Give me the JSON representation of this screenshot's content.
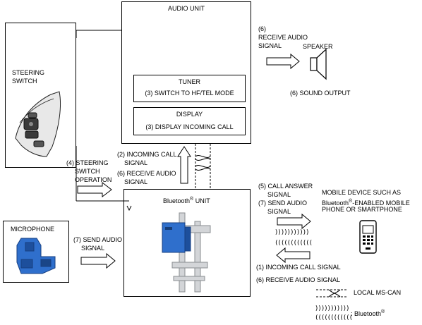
{
  "audio_unit": {
    "title": "AUDIO UNIT",
    "tuner": {
      "title": "TUNER",
      "detail": "(3) SWITCH TO HF/TEL MODE"
    },
    "display": {
      "title": "DISPLAY",
      "detail": "(3) DISPLAY INCOMING CALL"
    }
  },
  "steering_switch": {
    "line1": "STEERING",
    "line2": "SWITCH"
  },
  "speaker": {
    "label": "SPEAKER",
    "sound_output": "(6) SOUND OUTPUT"
  },
  "receive_audio_signal_top": {
    "line1": "(6)",
    "line2": "RECEIVE AUDIO",
    "line3": "SIGNAL"
  },
  "bluetooth_unit": {
    "title_prefix": "Bluetooth",
    "reg": "®",
    "title_suffix": " UNIT"
  },
  "steering_operation": {
    "line1": "(4) STEERING",
    "line2": "SWITCH",
    "line3": "OPERATION"
  },
  "incoming_to_audio": {
    "line1": "(2) INCOMING CALL",
    "line2": "SIGNAL",
    "line3": "(6) RECEIVE AUDIO",
    "line4": "SIGNAL"
  },
  "microphone": {
    "label": "MICROPHONE",
    "send_line1": "(7) SEND AUDIO",
    "send_line2": "SIGNAL"
  },
  "to_mobile": {
    "line1": "(5) CALL ANSWER",
    "line2": "SIGNAL",
    "line3": "(7) SEND AUDIO",
    "line4": "SIGNAL"
  },
  "mobile_device": {
    "line1": "MOBILE DEVICE SUCH AS",
    "line2_prefix": "Bluetooth",
    "reg": "®",
    "line2_suffix": "-ENABLED MOBILE",
    "line3": "PHONE OR SMARTPHONE"
  },
  "from_mobile": {
    "line1": "(1) INCOMING CALL SIGNAL",
    "line2": "(6) RECEIVE AUDIO SIGNAL"
  },
  "legend": {
    "local_ms_can": "LOCAL MS-CAN",
    "bluetooth_prefix": ": Bluetooth",
    "reg": "®"
  },
  "waves": {
    "out": ")))))))))))",
    "in": "(((((((((((("
  },
  "colors": {
    "device_blue": "#2f6fcc",
    "device_dark": "#1d4f9c",
    "bracket_gray": "#b9bcc0"
  }
}
